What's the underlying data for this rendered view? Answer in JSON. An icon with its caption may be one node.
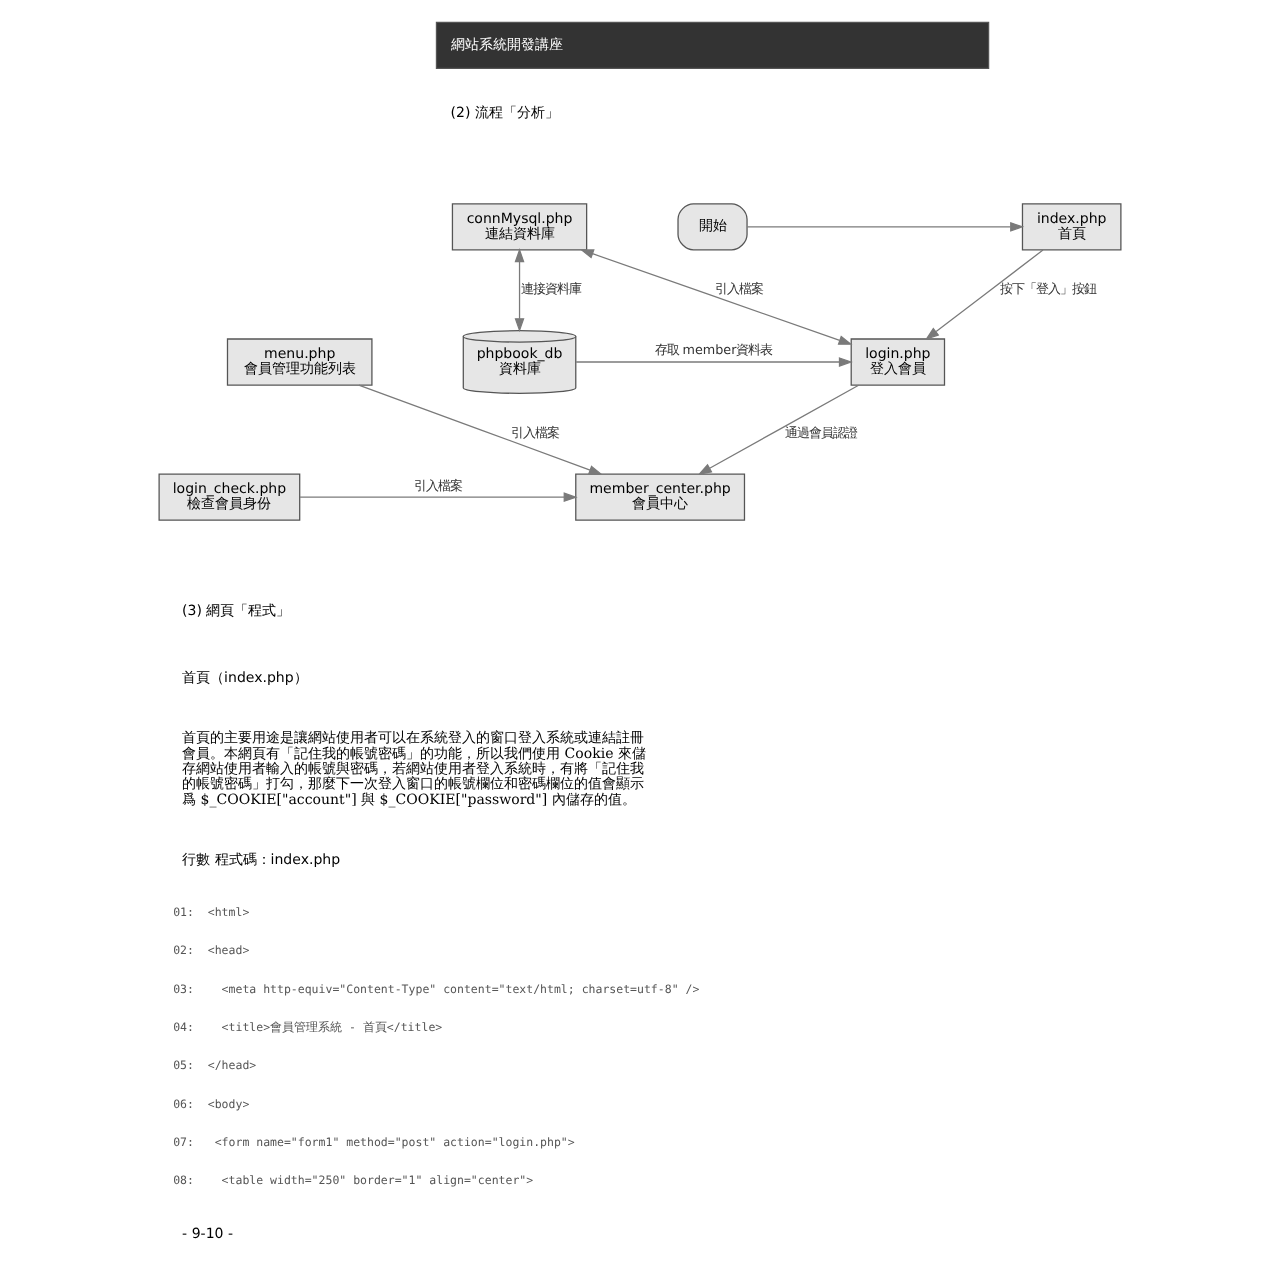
{
  "diagram": {
    "nodes": [
      {
        "text": [
          "開始"
        ]
      },
      {
        "text": [
          "index.php",
          "首頁"
        ]
      },
      {
        "text": [
          "connMysql.php",
          "連結資料庫"
        ]
      },
      {
        "text": [
          "menu.php",
          "會員管理功能列表"
        ]
      },
      {
        "text": [
          "login.php",
          "登入會員"
        ]
      },
      {
        "text": [
          "phpbook_db",
          "資料庫"
        ]
      },
      {
        "text": [
          "member_center.php",
          "會員中心"
        ]
      },
      {
        "text": [
          "login_check.php",
          "檢查會員身份"
        ]
      }
    ],
    "edges": [
      {
        "from": 0,
        "to": 1,
        "arrow": "to"
      },
      {
        "from": 1,
        "to": 4,
        "arrow": "to",
        "label": "按下「登入」按鈕"
      },
      {
        "from": 4,
        "to": 2,
        "arrow": "both",
        "label": "引入檔案"
      },
      {
        "from": 2,
        "to": 5,
        "arrow": "both",
        "label": "連接資料庫"
      },
      {
        "from": 5,
        "to": 4,
        "arrow": "to",
        "label": "存取 member資料表"
      },
      {
        "from": 3,
        "to": 6,
        "arrow": "to",
        "label": "引入檔案"
      },
      {
        "from": 4,
        "to": 6,
        "arrow": "to",
        "label": "通過會員認證"
      },
      {
        "from": 7,
        "to": 6,
        "arrow": "to",
        "label": "引入檔案"
      }
    ],
    "labels": [
      "網站系統開發講座",
      "(2) 流程「分析」",
      "(3) 網頁「程式」",
      "首頁（index.php）",
      "首頁的主要用途是讓網站使用者可以在系統登入的窗口登入系統或連結註冊會員。本網頁有「記住我的帳號密碼」的功能，所以我們使用 Cookie 來儲存網站使用者輸入的帳號與密碼，若網站使用者登入系統時，有將「記住我的帳號密碼」打勾，那麼下一次登入窗口的帳號欄位和密碼欄位的值會顯示爲 $_COOKIE[\"account\"] 與 $_COOKIE[\"password\"] 內儲存的值。",
      "行數 程式碼：index.php",
      "01:  <html>",
      "02:  <head>",
      "03:    <meta http-equiv=\"Content-Type\" content=\"text/html; charset=utf-8\" />",
      "04:    <title>會員管理系統 - 首頁</title>",
      "05:  </head>",
      "06:  <body>",
      "07:   <form name=\"form1\" method=\"post\" action=\"login.php\">",
      "08:    <table width=\"250\" border=\"1\" align=\"center\">",
      "- 9-10 -"
    ]
  }
}
